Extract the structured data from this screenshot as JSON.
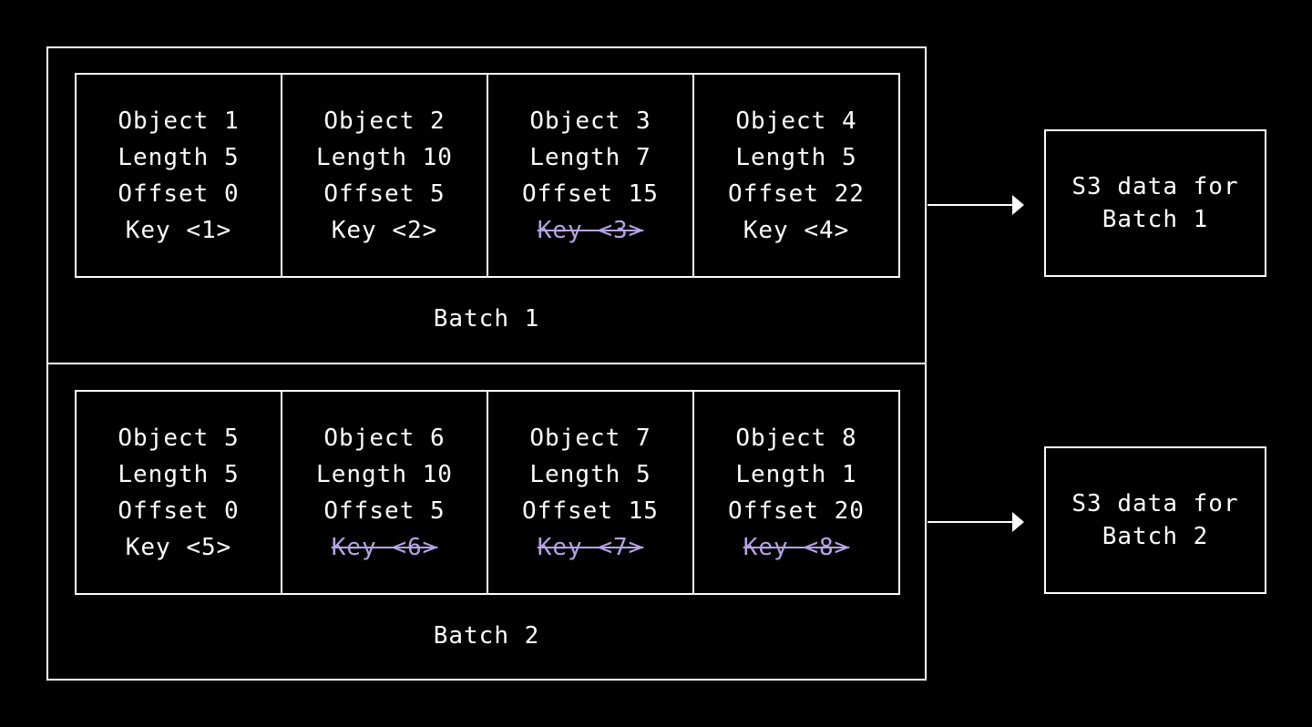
{
  "colors": {
    "background": "#000000",
    "foreground": "#ffffff",
    "deleted_key": "#b7a3e6"
  },
  "batches": [
    {
      "label": "Batch 1",
      "s3_lines": [
        "S3 data for",
        "Batch 1"
      ],
      "objects": [
        {
          "name": "Object 1",
          "length": "Length 5",
          "offset": "Offset 0",
          "key": "Key <1>",
          "key_deleted": false
        },
        {
          "name": "Object 2",
          "length": "Length 10",
          "offset": "Offset 5",
          "key": "Key <2>",
          "key_deleted": false
        },
        {
          "name": "Object 3",
          "length": "Length 7",
          "offset": "Offset 15",
          "key": "Key <3>",
          "key_deleted": true
        },
        {
          "name": "Object 4",
          "length": "Length 5",
          "offset": "Offset 22",
          "key": "Key <4>",
          "key_deleted": false
        }
      ]
    },
    {
      "label": "Batch 2",
      "s3_lines": [
        "S3 data for",
        "Batch 2"
      ],
      "objects": [
        {
          "name": "Object 5",
          "length": "Length 5",
          "offset": "Offset 0",
          "key": "Key <5>",
          "key_deleted": false
        },
        {
          "name": "Object 6",
          "length": "Length 10",
          "offset": "Offset 5",
          "key": "Key <6>",
          "key_deleted": true
        },
        {
          "name": "Object 7",
          "length": "Length 5",
          "offset": "Offset 15",
          "key": "Key <7>",
          "key_deleted": true
        },
        {
          "name": "Object 8",
          "length": "Length 1",
          "offset": "Offset 20",
          "key": "Key <8>",
          "key_deleted": true
        }
      ]
    }
  ]
}
